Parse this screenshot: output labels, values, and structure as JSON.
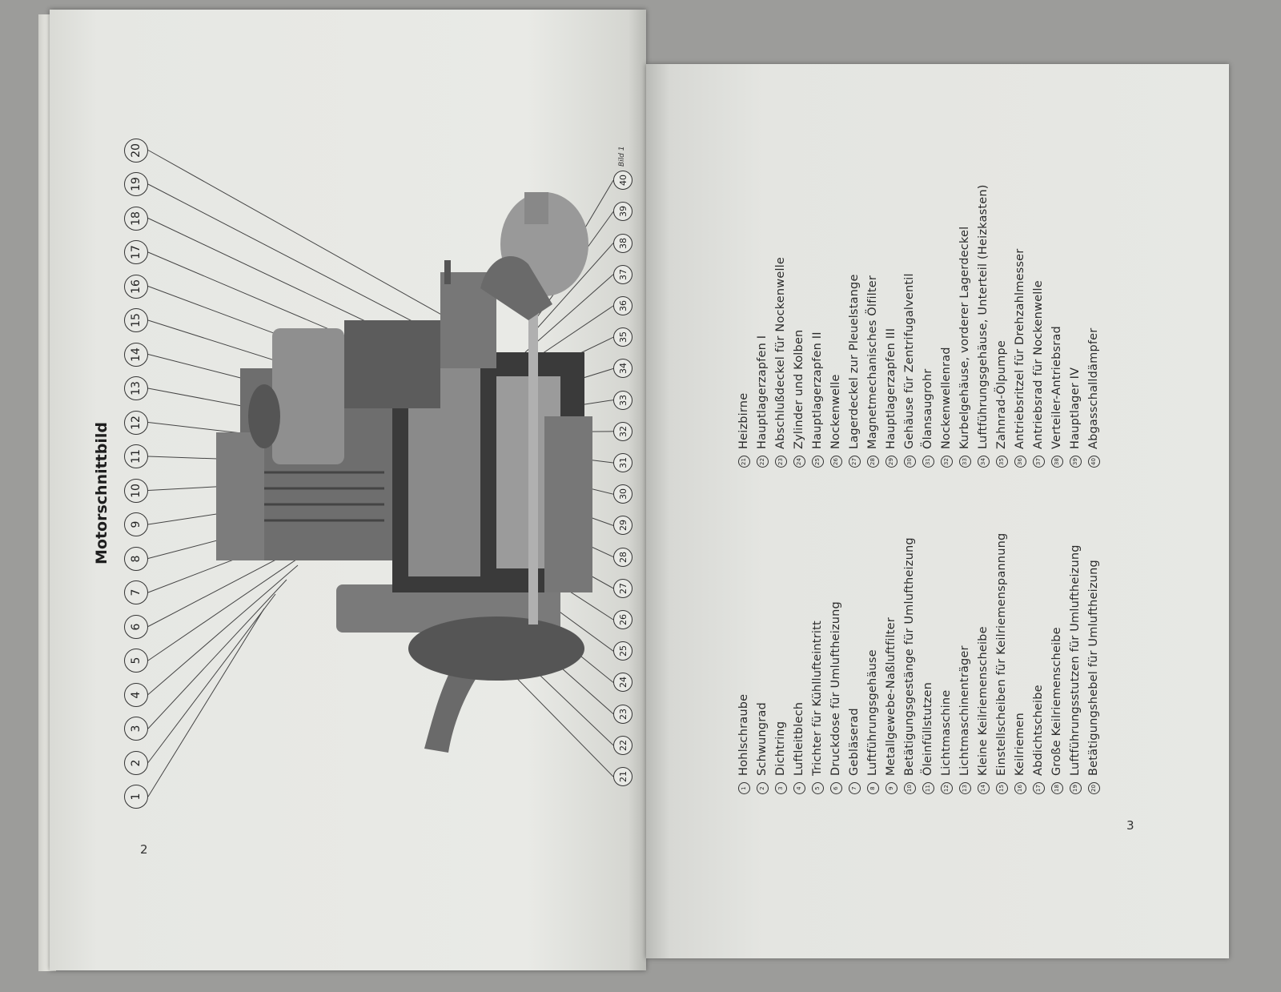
{
  "left_page": {
    "title": "Motorschnittbild",
    "page_number": "2",
    "figure_label": "Bild 1",
    "callouts_top": [
      1,
      2,
      3,
      4,
      5,
      6,
      7,
      8,
      9,
      10,
      11,
      12,
      13,
      14,
      15,
      16,
      17,
      18,
      19,
      20
    ],
    "callouts_bottom": [
      21,
      22,
      23,
      24,
      25,
      26,
      27,
      28,
      29,
      30,
      31,
      32,
      33,
      34,
      35,
      36,
      37,
      38,
      39,
      40
    ]
  },
  "right_page": {
    "page_number": "3",
    "legend_1": [
      {
        "n": "1",
        "label": "Hohlschraube"
      },
      {
        "n": "2",
        "label": "Schwungrad"
      },
      {
        "n": "3",
        "label": "Dichtring"
      },
      {
        "n": "4",
        "label": "Luftleitblech"
      },
      {
        "n": "5",
        "label": "Trichter für Kühllufteintritt"
      },
      {
        "n": "6",
        "label": "Druckdose für Umluftheizung"
      },
      {
        "n": "7",
        "label": "Gebläserad"
      },
      {
        "n": "8",
        "label": "Luftführungsgehäuse"
      },
      {
        "n": "9",
        "label": "Metallgewebe-Naßluftfilter"
      },
      {
        "n": "10",
        "label": "Betätigungsgestänge für Umluftheizung"
      },
      {
        "n": "11",
        "label": "Öleinfüllstutzen"
      },
      {
        "n": "12",
        "label": "Lichtmaschine"
      },
      {
        "n": "13",
        "label": "Lichtmaschinenträger"
      },
      {
        "n": "14",
        "label": "Kleine Keilriemenscheibe"
      },
      {
        "n": "15",
        "label": "Einstellscheiben für Keilriemenspannung"
      },
      {
        "n": "16",
        "label": "Keilriemen"
      },
      {
        "n": "17",
        "label": "Abdichtscheibe"
      },
      {
        "n": "18",
        "label": "Große Keilriemenscheibe"
      },
      {
        "n": "19",
        "label": "Luftführungsstutzen für Umluftheizung"
      },
      {
        "n": "20",
        "label": "Betätigungshebel für Umluftheizung"
      }
    ],
    "legend_2": [
      {
        "n": "21",
        "label": "Heizbirne"
      },
      {
        "n": "22",
        "label": "Hauptlagerzapfen I"
      },
      {
        "n": "23",
        "label": "Abschlußdeckel für Nockenwelle"
      },
      {
        "n": "24",
        "label": "Zylinder und Kolben"
      },
      {
        "n": "25",
        "label": "Hauptlagerzapfen II"
      },
      {
        "n": "26",
        "label": "Nockenwelle"
      },
      {
        "n": "27",
        "label": "Lagerdeckel zur Pleuelstange"
      },
      {
        "n": "28",
        "label": "Magnetmechanisches Ölfilter"
      },
      {
        "n": "29",
        "label": "Hauptlagerzapfen III"
      },
      {
        "n": "30",
        "label": "Gehäuse für Zentrifugalventil"
      },
      {
        "n": "31",
        "label": "Ölansaugrohr"
      },
      {
        "n": "32",
        "label": "Nockenwellenrad"
      },
      {
        "n": "33",
        "label": "Kurbelgehäuse, vorderer Lagerdeckel"
      },
      {
        "n": "34",
        "label": "Luftführungsgehäuse, Unterteil (Heizkasten)"
      },
      {
        "n": "35",
        "label": "Zahnrad-Ölpumpe"
      },
      {
        "n": "36",
        "label": "Antriebsritzel für Drehzahlmesser"
      },
      {
        "n": "37",
        "label": "Antriebsrad für Nockenwelle"
      },
      {
        "n": "38",
        "label": "Verteiler-Antriebsrad"
      },
      {
        "n": "39",
        "label": "Hauptlager IV"
      },
      {
        "n": "40",
        "label": "Abgasschalldämpfer"
      }
    ]
  }
}
